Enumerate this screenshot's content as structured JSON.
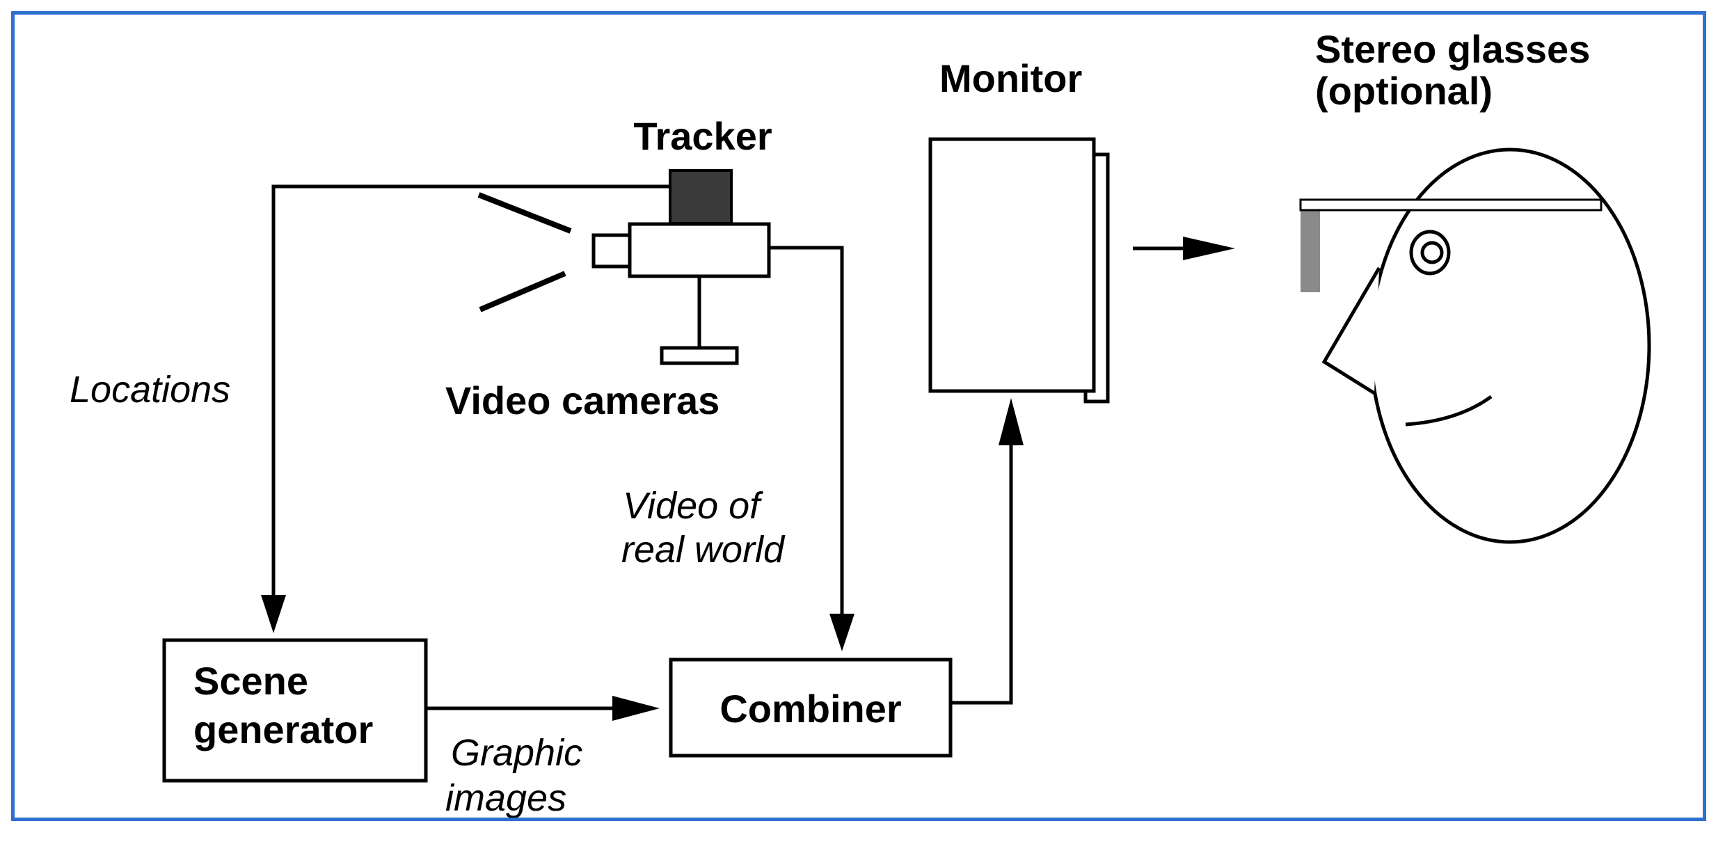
{
  "labels": {
    "tracker": "Tracker",
    "video_cameras": "Video cameras",
    "monitor": "Monitor",
    "stereo_glasses_line1": "Stereo glasses",
    "stereo_glasses_line2": "(optional)",
    "locations": "Locations",
    "video_of_real_world_line1": "Video of",
    "video_of_real_world_line2": "real world",
    "scene_generator_line1": "Scene",
    "scene_generator_line2": "generator",
    "combiner": "Combiner",
    "graphic_images_line1": "Graphic",
    "graphic_images_line2": "images"
  },
  "colors": {
    "frame": "#2f6fd1",
    "tracker_block": "#3a3a3a",
    "glasses_lens": "#8a8a8a"
  }
}
